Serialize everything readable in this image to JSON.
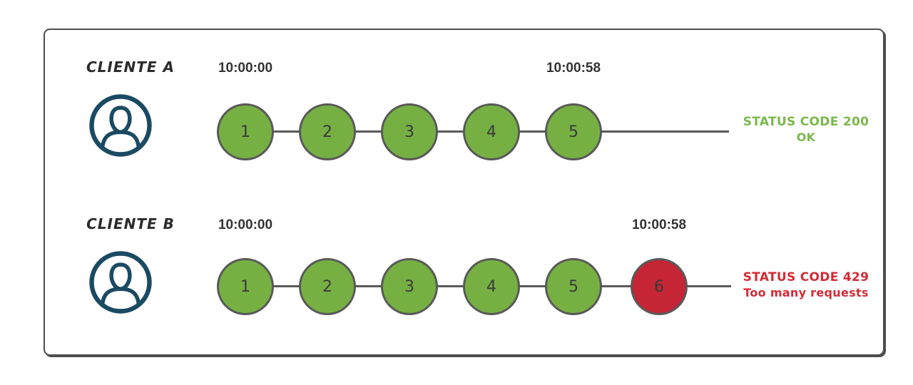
{
  "colors": {
    "green": "#76b043",
    "red": "#c52534",
    "green_text": "#7ab84c",
    "red_text": "#d22b35",
    "line": "#595959",
    "navy": "#1b4a63"
  },
  "rows": [
    {
      "client": "CLIENTE A",
      "start_time": "10:00:00",
      "end_time": "10:00:58",
      "requests": [
        "1",
        "2",
        "3",
        "4",
        "5"
      ],
      "request_states": [
        "ok",
        "ok",
        "ok",
        "ok",
        "ok"
      ],
      "status_code_label": "STATUS CODE 200",
      "status_message": "OK"
    },
    {
      "client": "CLIENTE B",
      "start_time": "10:00:00",
      "end_time": "10:00:58",
      "requests": [
        "1",
        "2",
        "3",
        "4",
        "5",
        "6"
      ],
      "request_states": [
        "ok",
        "ok",
        "ok",
        "ok",
        "ok",
        "rate_limited"
      ],
      "status_code_label": "STATUS CODE 429",
      "status_message": "Too many requests"
    }
  ]
}
